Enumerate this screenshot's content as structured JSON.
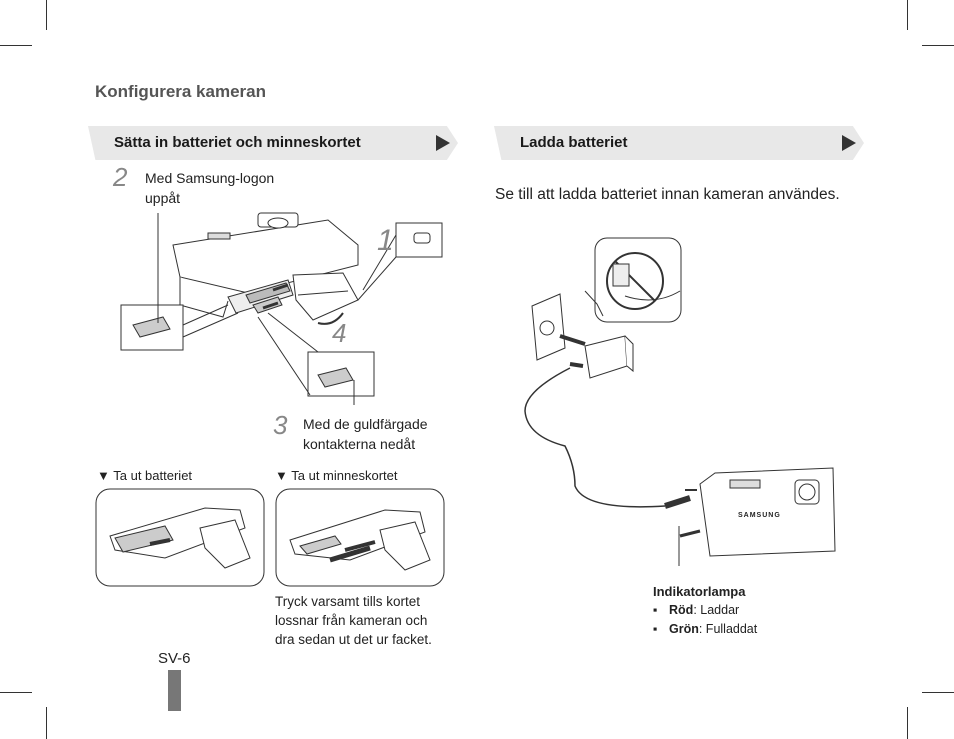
{
  "header": {
    "title": "Konfigurera kameran"
  },
  "left_section": {
    "banner": "Sätta in batteriet och minneskortet",
    "step2": {
      "num": "2",
      "text_line1": "Med Samsung-logon",
      "text_line2": "uppåt"
    },
    "step3": {
      "num": "3",
      "text_line1": "Med de guldfärgade",
      "text_line2": "kontakterna nedåt"
    },
    "callout1": "1",
    "callout4": "4",
    "remove_battery": {
      "marker": "▼",
      "label": "Ta ut batteriet"
    },
    "remove_card": {
      "marker": "▼",
      "label": "Ta ut minneskortet"
    },
    "card_note": {
      "line1": "Tryck varsamt tills kortet",
      "line2": "lossnar från kameran och",
      "line3": "dra sedan ut det ur facket."
    }
  },
  "right_section": {
    "banner": "Ladda batteriet",
    "intro": "Se till att ladda batteriet innan kameran användes.",
    "indicator": {
      "title": "Indikatorlampa",
      "items": [
        {
          "bullet": "▪",
          "color_word": "Röd",
          "desc": ": Laddar"
        },
        {
          "bullet": "▪",
          "color_word": "Grön",
          "desc": ": Fulladdat"
        }
      ]
    },
    "camera_brand": "SAMSUNG"
  },
  "footer": {
    "page_number": "SV-6"
  }
}
